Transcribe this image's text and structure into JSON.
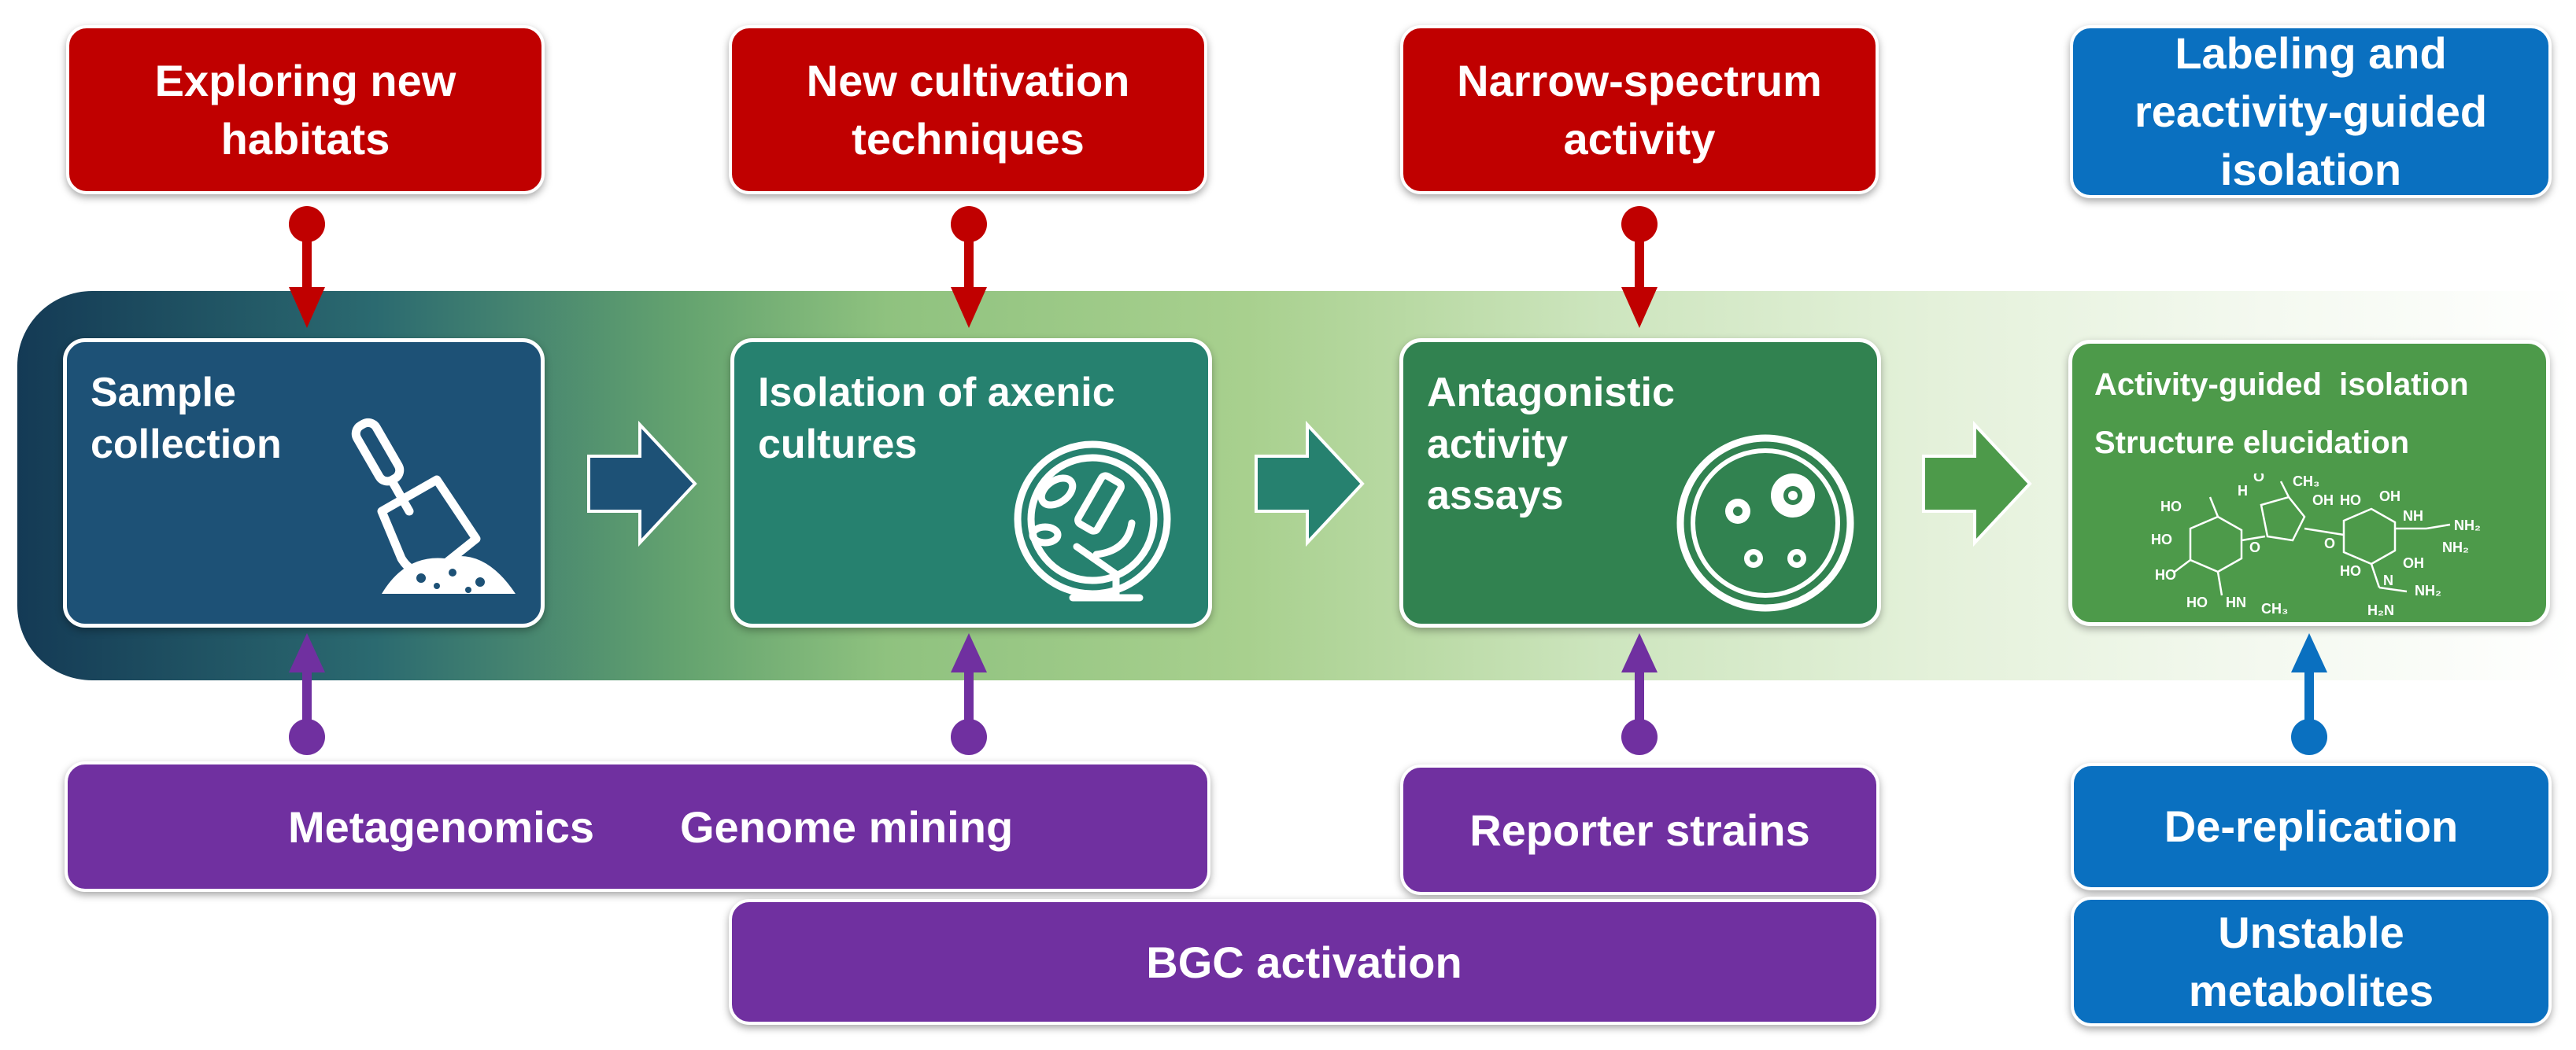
{
  "top_boxes": {
    "habitats": [
      "Exploring new",
      "habitats"
    ],
    "cultivation": [
      "New cultivation",
      "techniques"
    ],
    "narrow": [
      "Narrow-spectrum",
      "activity"
    ],
    "labeling": [
      "Labeling and",
      "reactivity-guided",
      "isolation"
    ]
  },
  "steps": {
    "sample": [
      "Sample",
      "collection"
    ],
    "isolation": [
      "Isolation  of axenic",
      "cultures"
    ],
    "antagonistic": [
      "Antagonistic",
      "activity",
      "assays"
    ],
    "activity_guided": "Activity-guided  isolation",
    "structure": "Structure elucidation"
  },
  "bottom_boxes": {
    "metagenomics": "Metagenomics",
    "genome_mining": "Genome mining",
    "reporter": "Reporter strains",
    "bgc": "BGC activation",
    "dereplication": "De-replication",
    "unstable": [
      "Unstable",
      "metabolites"
    ]
  },
  "molecule_labels": [
    "HO",
    "H",
    "O",
    "CH₃",
    "HO",
    "OH",
    "HO",
    "HO",
    "O",
    "O",
    "NH₂",
    "HO",
    "OH",
    "NH",
    "NH₂",
    "HO",
    "HN",
    "CH₃",
    "OH",
    "N",
    "NH₂",
    "H₂N"
  ],
  "colors": {
    "red": "#c00000",
    "blue": "#0a70c0",
    "purple": "#7030a0",
    "navy_step": "#1d5176",
    "teal_step": "#26816f",
    "green_step": "#318250",
    "olive_step": "#4d9a4a"
  },
  "icons": [
    "trowel-soil-icon",
    "microscope-petri-icon",
    "petri-dish-colonies-icon",
    "streptomycin-structure-icon"
  ]
}
